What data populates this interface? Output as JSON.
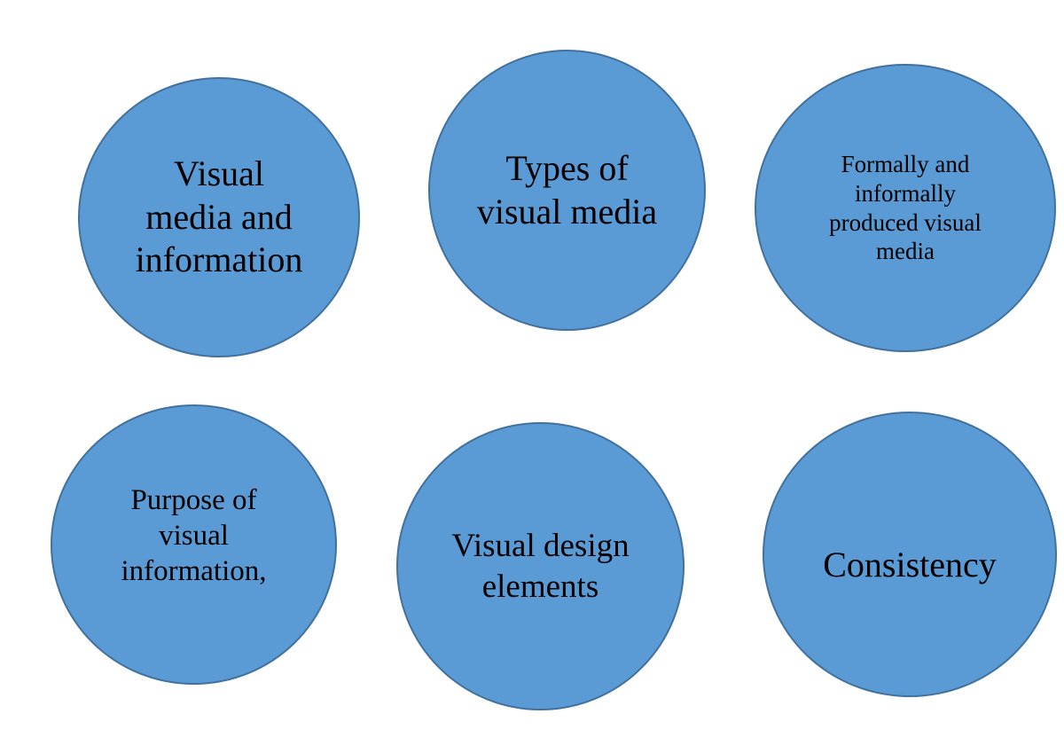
{
  "diagram": {
    "colors": {
      "background": "#ffffff",
      "circle_fill": "#5b9bd5",
      "circle_border": "#41719c",
      "text": "#000000"
    },
    "circles": [
      {
        "name": "visual-media-and-information",
        "label": "Visual\nmedia and\ninformation"
      },
      {
        "name": "types-of-visual-media",
        "label": "Types of\nvisual media"
      },
      {
        "name": "formally-informally-produced-visual-media",
        "label": "Formally and\ninformally\nproduced visual\nmedia"
      },
      {
        "name": "purpose-of-visual-information",
        "label": "Purpose of\nvisual\ninformation,"
      },
      {
        "name": "visual-design-elements",
        "label": "Visual design\nelements"
      },
      {
        "name": "consistency",
        "label": "Consistency"
      }
    ]
  }
}
